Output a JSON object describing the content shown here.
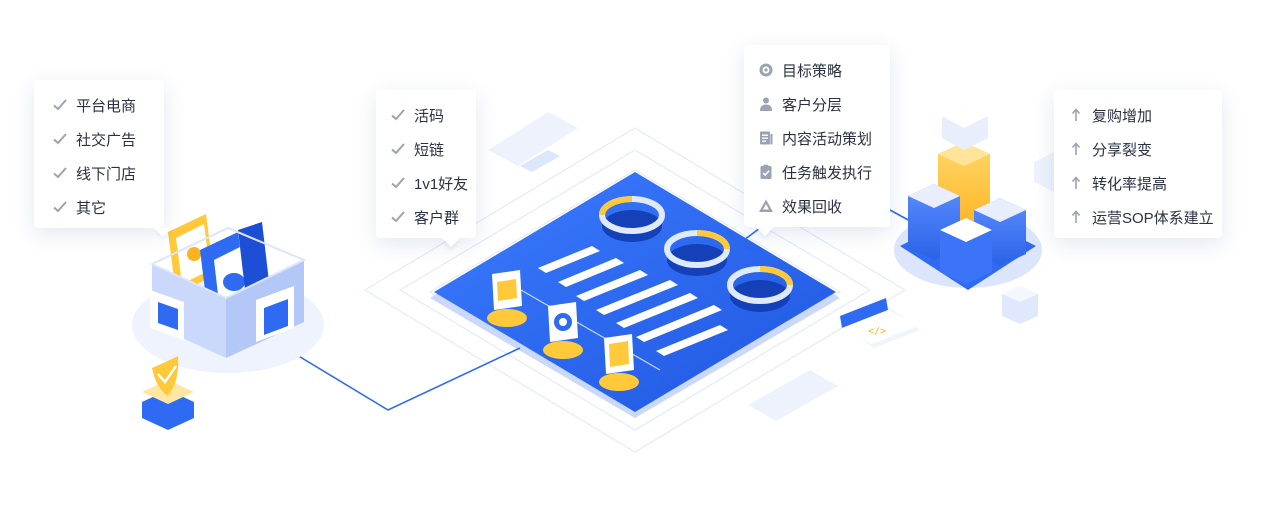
{
  "cards": {
    "channels": {
      "icon": "check-icon",
      "items": [
        "平台电商",
        "社交广告",
        "线下门店",
        "其它"
      ]
    },
    "tools": {
      "icon": "check-icon",
      "items": [
        "活码",
        "短链",
        "1v1好友",
        "客户群"
      ]
    },
    "operations": {
      "items": [
        {
          "label": "目标策略",
          "icon": "target-icon"
        },
        {
          "label": "客户分层",
          "icon": "user-icon"
        },
        {
          "label": "内容活动策划",
          "icon": "document-icon"
        },
        {
          "label": "任务触发执行",
          "icon": "clipboard-check-icon"
        },
        {
          "label": "效果回收",
          "icon": "triangle-recycle-icon"
        }
      ]
    },
    "results": {
      "icon": "arrow-up-icon",
      "items": [
        "复购增加",
        "分享裂变",
        "转化率提高",
        "运营SOP体系建立"
      ]
    }
  },
  "colors": {
    "primary_blue": "#2f6bf2",
    "dark_blue": "#1d4fd6",
    "light_blue": "#dfe9ff",
    "accent_yellow": "#ffc93a",
    "icon_gray": "#9aa3b2",
    "text": "#2a3140"
  }
}
